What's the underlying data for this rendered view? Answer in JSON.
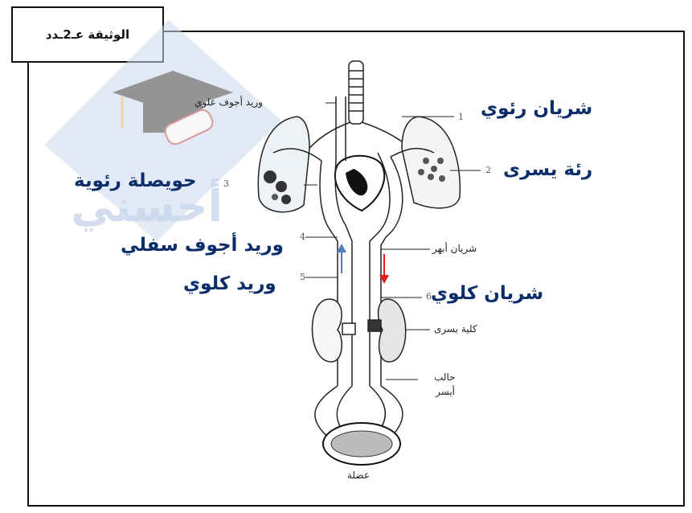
{
  "document_title": "الوثيقة عـ2ـدد",
  "watermark": {
    "text": "أحسني",
    "color": "#9bb3d6"
  },
  "labels": {
    "pulmonary_artery": "شريان رئوي",
    "left_lung": "رئة يسرى",
    "pulmonary_alveolus": "حويصلة رئوية",
    "inferior_vena_cava": "وريد أجوف سفلي",
    "renal_vein": "وريد كلوي",
    "renal_artery": "شريان كلوي",
    "superior_vena_cava_small": "وريد أجوف علوي",
    "aorta_small": "شريان أبهر",
    "left_kidney_small": "كلية يسرى",
    "ureter_small_1": "حالب",
    "ureter_small_2": "أيسر",
    "muscle_small": "عضلة"
  },
  "numbers": [
    "1",
    "2",
    "3",
    "4",
    "5",
    "6"
  ],
  "arrow_colors": {
    "up": "#4f7fbf",
    "down": "#e0211b"
  }
}
